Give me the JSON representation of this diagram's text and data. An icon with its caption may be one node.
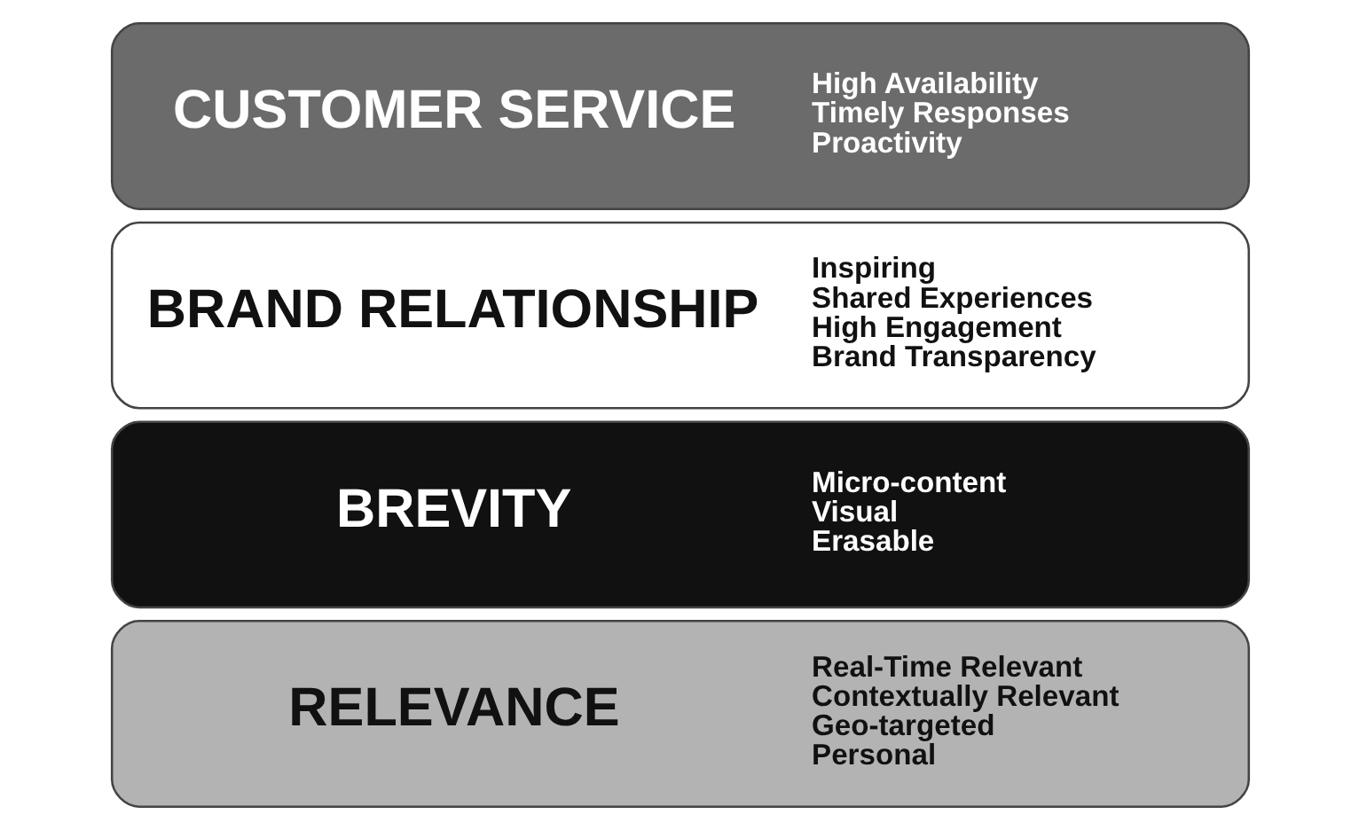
{
  "diagram": {
    "nodes": [
      {
        "text": [
          "RELEVANCE",
          "Real-Time Relevant",
          "Contextually Relevant",
          "Geo-targeted",
          "Personal"
        ]
      },
      {
        "text": [
          "BREVITY",
          "Micro-content",
          "Visual",
          "Erasable"
        ]
      },
      {
        "text": [
          "BRAND RELATIONSHIP",
          "Inspiring",
          "Shared Experiences",
          "High Engagement",
          "Brand Transparency"
        ]
      },
      {
        "text": [
          "CUSTOMER SERVICE",
          "High Availability",
          "Timely Responses",
          "Proactivity"
        ]
      }
    ]
  }
}
